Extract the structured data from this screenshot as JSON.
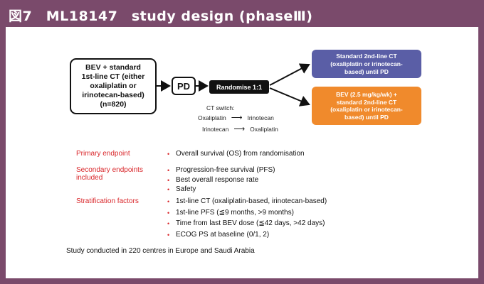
{
  "title": "図7　ML18147　study design (phaseⅢ)",
  "diagram": {
    "bev_box": "BEV + standard\n1st-line CT (either\noxaliplatin  or\nirinotecan-based)\n(n=820)",
    "pd_box": "PD",
    "randomise_box": "Randomise 1:1",
    "arm1": "Standard 2nd-line CT\n(oxaliplatin or irinotecan-\nbased)  until PD",
    "arm2": "BEV (2.5 mg/kg/wk) +\nstandard 2nd-line CT\n(oxaliplatin or irinotecan-\nbased) until PD",
    "ct_switch_title": "CT switch:",
    "switch_rows": [
      {
        "from": "Oxaliplatin",
        "to": "Irinotecan"
      },
      {
        "from": "Irinotecan",
        "to": "Oxaliplatin"
      }
    ],
    "colors": {
      "arm1": "#5a5ea6",
      "arm2": "#f08a2c",
      "accent_red": "#d9262a",
      "frame": "#7a4a6b"
    }
  },
  "endpoints": {
    "primary_label": "Primary endpoint",
    "primary_items": [
      "Overall survival (OS) from randomisation"
    ],
    "secondary_label": "Secondary endpoints\nincluded",
    "secondary_items": [
      "Progression-free survival (PFS)",
      "Best overall response rate",
      "Safety"
    ],
    "stratification_label": "Stratification factors",
    "stratification_items": [
      "1st-line CT (oxaliplatin-based, irinotecan-based)",
      "1st-line PFS (≦9 months, >9 months)",
      "Time from last BEV dose (≦42 days, >42 days)",
      "ECOG PS at baseline (0/1, 2)"
    ]
  },
  "footer_note": "Study conducted in 220 centres in Europe  and Saudi Arabia"
}
